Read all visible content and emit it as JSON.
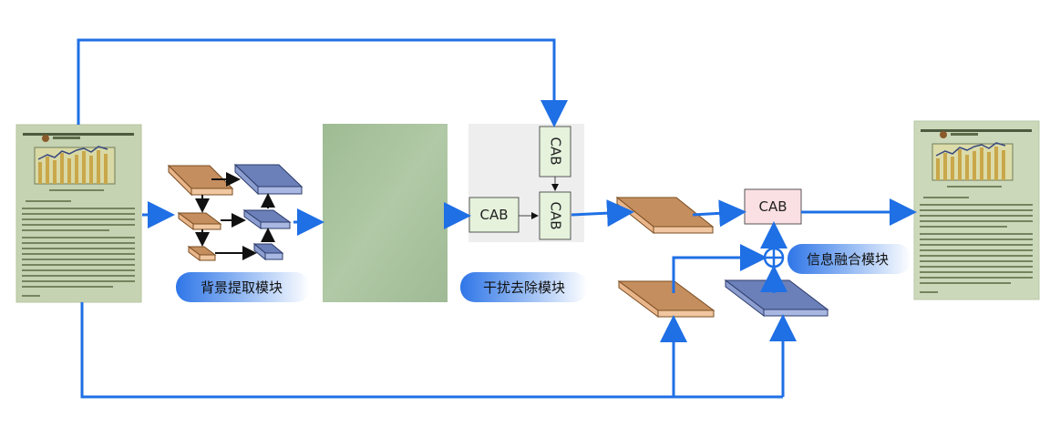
{
  "modules": {
    "background_extraction": "背景提取模块",
    "interference_removal": "干扰去除模块",
    "information_fusion": "信息融合模块"
  },
  "blocks": {
    "cab_top": "CAB",
    "cab_left": "CAB",
    "cab_right": "CAB",
    "cab_fusion": "CAB"
  },
  "colors": {
    "flow_arrow": "#1f6fe5",
    "feature_orange": "#c58e5e",
    "feature_blue": "#6b80b8",
    "cab_green": "#e6f2dc",
    "cab_pink": "#fbe0e3",
    "pill_blue": "#6ea0ee",
    "page_green": "#c8d6b4",
    "background_green": "#a7c29d"
  },
  "icons": {
    "fusion": "plus-circle-icon"
  }
}
